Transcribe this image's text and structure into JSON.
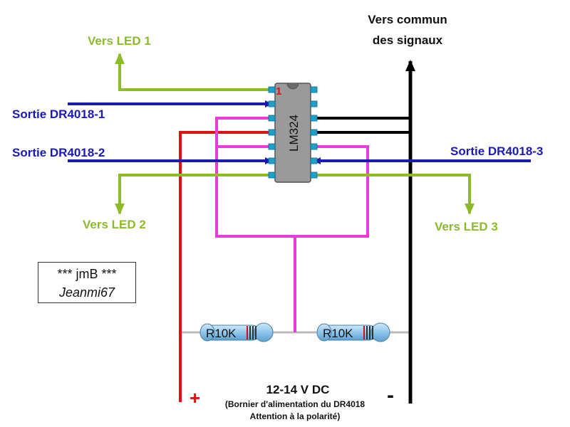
{
  "labels": {
    "vers_led_1": "Vers LED 1",
    "vers_led_2": "Vers LED 2",
    "vers_led_3": "Vers LED 3",
    "vers_commun_1": "Vers commun",
    "vers_commun_2": "des signaux",
    "sortie_1": "Sortie DR4018-1",
    "sortie_2": "Sortie DR4018-2",
    "sortie_3": "Sortie DR4018-3"
  },
  "chip": {
    "name": "LM324",
    "pin1": "1"
  },
  "resistors": [
    {
      "label": "R10K"
    },
    {
      "label": "R10K"
    }
  ],
  "power": {
    "plus": "+",
    "minus": "-",
    "voltage": "12-14 V DC",
    "note_line1": "(Bornier d'alimentation du DR4018",
    "note_line2": "Attention à la polarité)"
  },
  "signature": {
    "line1": "*** jmB ***",
    "line2": "Jeanmi67"
  },
  "colors": {
    "output": "#1a1ab4",
    "led": "#8cbb2a",
    "common": "#000000",
    "positive": "#e01010",
    "divider": "#e83ce0",
    "chip": "#9a9a9a",
    "pin": "#1ea0c8"
  }
}
